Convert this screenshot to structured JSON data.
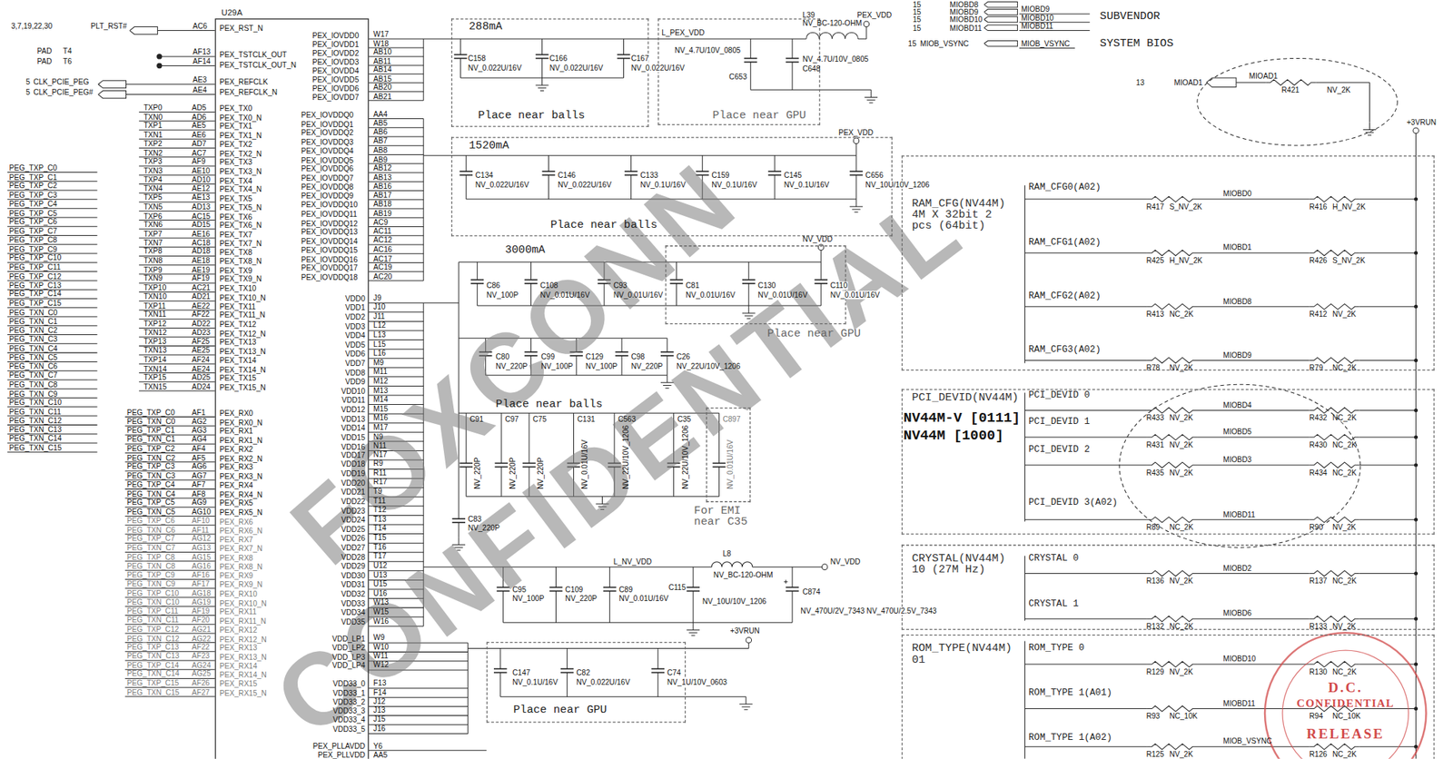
{
  "diagram": {
    "nodes": [
      {
        "text": [
          "U29A"
        ]
      },
      {
        "text": [
          "288mA",
          "Place near balls"
        ]
      },
      {
        "text": [
          "Place near GPU"
        ]
      },
      {
        "text": [
          "1520mA",
          "Place near balls"
        ]
      },
      {
        "text": [
          "3000mA",
          "Place near balls"
        ]
      },
      {
        "text": [
          "Place near GPU"
        ]
      },
      {
        "text": [
          "For EMI near C35"
        ]
      },
      {
        "text": [
          "Place near GPU"
        ]
      },
      {
        "text": [
          "RAM_CFG(NV44M) 4M X 32bit 2 pcs (64bit)"
        ]
      },
      {
        "text": [
          "PCI_DEVID(NV44M)",
          "NV44M-V [0111] NV44M [1000]"
        ]
      },
      {
        "text": [
          "CRYSTAL(NV44M) 10 (27M Hz)"
        ]
      },
      {
        "text": [
          "ROM_TYPE(NV44M) 01"
        ]
      },
      {
        "text": [
          "D.C.",
          "CONFIDENTIAL",
          "RELEASE"
        ]
      }
    ],
    "labels": [
      "3,7,19,22,30",
      "PLT_RST#",
      "PAD",
      "T4",
      "PAD",
      "T6",
      "5",
      "CLK_PCIE_PEG",
      "5",
      "CLK_PCIE_PEG#",
      "AC6",
      "AF13",
      "AF14",
      "AE3",
      "AE4",
      "PEX_RST_N",
      "PEX_TSTCLK_OUT",
      "PEX_TSTCLK_OUT_N",
      "PEX_REFCLK",
      "PEX_REFCLK_N",
      "TXP0",
      "TXN0",
      "TXP1",
      "TXN1",
      "TXP2",
      "TXN2",
      "TXP3",
      "TXN3",
      "TXP4",
      "TXN4",
      "TXP5",
      "TXN5",
      "TXP6",
      "TXN6",
      "TXP7",
      "TXN7",
      "TXP8",
      "TXN8",
      "TXP9",
      "TXN9",
      "TXP10",
      "TXN10",
      "TXP11",
      "TXN11",
      "TXP12",
      "TXN12",
      "TXP13",
      "TXN13",
      "TXP14",
      "TXN14",
      "TXP15",
      "TXN15",
      "AD5",
      "AD6",
      "AE5",
      "AE6",
      "AD7",
      "AC7",
      "AF9",
      "AE10",
      "AD10",
      "AE12",
      "AE13",
      "AD13",
      "AC15",
      "AD15",
      "AE16",
      "AC18",
      "AD18",
      "AE18",
      "AE19",
      "AF19",
      "AC21",
      "AD21",
      "AE22",
      "AF22",
      "AD22",
      "AD23",
      "AF25",
      "AE25",
      "AF24",
      "AE24",
      "AD25",
      "AD24",
      "PEX_TX0",
      "PEX_TX0_N",
      "PEX_TX1",
      "PEX_TX1_N",
      "PEX_TX2",
      "PEX_TX2_N",
      "PEX_TX3",
      "PEX_TX3_N",
      "PEX_TX4",
      "PEX_TX4_N",
      "PEX_TX5",
      "PEX_TX5_N",
      "PEX_TX6",
      "PEX_TX6_N",
      "PEX_TX7",
      "PEX_TX7_N",
      "PEX_TX8",
      "PEX_TX8_N",
      "PEX_TX9",
      "PEX_TX9_N",
      "PEX_TX10",
      "PEX_TX10_N",
      "PEX_TX11",
      "PEX_TX11_N",
      "PEX_TX12",
      "PEX_TX12_N",
      "PEX_TX13",
      "PEX_TX13_N",
      "PEX_TX14",
      "PEX_TX14_N",
      "PEX_TX15",
      "PEX_TX15_N",
      "PEG_TXP_C0",
      "PEG_TXP_C1",
      "PEG_TXP_C2",
      "PEG_TXP_C3",
      "PEG_TXP_C4",
      "PEG_TXP_C5",
      "PEG_TXP_C6",
      "PEG_TXP_C7",
      "PEG_TXP_C8",
      "PEG_TXP_C9",
      "PEG_TXP_C10",
      "PEG_TXP_C11",
      "PEG_TXP_C12",
      "PEG_TXP_C13",
      "PEG_TXP_C14",
      "PEG_TXP_C15",
      "PEG_TXN_C0",
      "PEG_TXN_C1",
      "PEG_TXN_C2",
      "PEG_TXN_C3",
      "PEG_TXN_C4",
      "PEG_TXN_C5",
      "PEG_TXN_C6",
      "PEG_TXN_C7",
      "PEG_TXN_C8",
      "PEG_TXN_C9",
      "PEG_TXN_C10",
      "PEG_TXN_C11",
      "PEG_TXN_C12",
      "PEG_TXN_C13",
      "PEG_TXN_C14",
      "PEG_TXN_C15",
      "PEG_TXP_C0",
      "PEG_TXN_C0",
      "PEG_TXP_C1",
      "PEG_TXN_C1",
      "PEG_TXP_C2",
      "PEG_TXN_C2",
      "PEG_TXP_C3",
      "PEG_TXN_C3",
      "PEG_TXP_C4",
      "PEG_TXN_C4",
      "PEG_TXP_C5",
      "PEG_TXN_C5",
      "PEG_TXP_C6",
      "PEG_TXN_C6",
      "PEG_TXP_C7",
      "PEG_TXN_C7",
      "PEG_TXP_C8",
      "PEG_TXN_C8",
      "PEG_TXP_C9",
      "PEG_TXN_C9",
      "PEG_TXP_C10",
      "PEG_TXN_C10",
      "PEG_TXP_C11",
      "PEG_TXN_C11",
      "PEG_TXP_C12",
      "PEG_TXN_C12",
      "PEG_TXP_C13",
      "PEG_TXN_C13",
      "PEG_TXP_C14",
      "PEG_TXN_C14",
      "PEG_TXP_C15",
      "PEG_TXN_C15",
      "AF1",
      "AG2",
      "AG3",
      "AG4",
      "AF4",
      "AF5",
      "AG6",
      "AG7",
      "AF7",
      "AF8",
      "AG9",
      "AG10",
      "AF10",
      "AF11",
      "AG12",
      "AG13",
      "AG15",
      "AG16",
      "AF16",
      "AF17",
      "AG18",
      "AG19",
      "AF19",
      "AF20",
      "AG21",
      "AG22",
      "AF22",
      "AF23",
      "AG24",
      "AG25",
      "AF26",
      "AF27",
      "PEX_RX0",
      "PEX_RX0_N",
      "PEX_RX1",
      "PEX_RX1_N",
      "PEX_RX2",
      "PEX_RX2_N",
      "PEX_RX3",
      "PEX_RX3_N",
      "PEX_RX4",
      "PEX_RX4_N",
      "PEX_RX5",
      "PEX_RX5_N",
      "PEX_RX6",
      "PEX_RX6_N",
      "PEX_RX7",
      "PEX_RX7_N",
      "PEX_RX8",
      "PEX_RX8_N",
      "PEX_RX9",
      "PEX_RX9_N",
      "PEX_RX10",
      "PEX_RX10_N",
      "PEX_RX11",
      "PEX_RX11_N",
      "PEX_RX12",
      "PEX_RX12_N",
      "PEX_RX13",
      "PEX_RX13_N",
      "PEX_RX14",
      "PEX_RX14_N",
      "PEX_RX15",
      "PEX_RX15_N",
      "PEX_IOVDD0",
      "PEX_IOVDD1",
      "PEX_IOVDD2",
      "PEX_IOVDD3",
      "PEX_IOVDD4",
      "PEX_IOVDD5",
      "PEX_IOVDD6",
      "PEX_IOVDD7",
      "W17",
      "W18",
      "AB10",
      "AB11",
      "AB14",
      "AB15",
      "AB20",
      "AB21",
      "PEX_IOVDDQ0",
      "PEX_IOVDDQ1",
      "PEX_IOVDDQ2",
      "PEX_IOVDDQ3",
      "PEX_IOVDDQ4",
      "PEX_IOVDDQ5",
      "PEX_IOVDDQ6",
      "PEX_IOVDDQ7",
      "PEX_IOVDDQ8",
      "PEX_IOVDDQ9",
      "PEX_IOVDDQ10",
      "PEX_IOVDDQ11",
      "PEX_IOVDDQ12",
      "PEX_IOVDDQ13",
      "PEX_IOVDDQ14",
      "PEX_IOVDDQ15",
      "PEX_IOVDDQ16",
      "PEX_IOVDDQ17",
      "PEX_IOVDDQ18",
      "AA4",
      "AB5",
      "AB6",
      "AB7",
      "AB8",
      "AB9",
      "AB12",
      "AB13",
      "AB16",
      "AB17",
      "AB18",
      "AB19",
      "AC9",
      "AC11",
      "AC12",
      "AC16",
      "AC17",
      "AC19",
      "AC20",
      "VDD0",
      "VDD1",
      "VDD2",
      "VDD3",
      "VDD4",
      "VDD5",
      "VDD6",
      "VDD7",
      "VDD8",
      "VDD9",
      "VDD10",
      "VDD11",
      "VDD12",
      "VDD13",
      "VDD14",
      "VDD15",
      "VDD16",
      "VDD17",
      "VDD18",
      "VDD19",
      "VDD20",
      "VDD21",
      "VDD22",
      "VDD23",
      "VDD24",
      "VDD25",
      "VDD26",
      "VDD27",
      "VDD28",
      "VDD29",
      "VDD30",
      "VDD31",
      "VDD32",
      "VDD33",
      "VDD34",
      "VDD35",
      "J9",
      "J10",
      "J11",
      "L12",
      "L13",
      "L15",
      "L16",
      "M9",
      "M11",
      "M12",
      "M13",
      "M14",
      "M15",
      "M16",
      "M17",
      "N9",
      "N11",
      "N17",
      "R9",
      "R11",
      "R17",
      "T9",
      "T11",
      "T12",
      "T13",
      "T14",
      "T15",
      "T16",
      "T17",
      "U12",
      "U13",
      "U15",
      "U16",
      "W13",
      "W15",
      "W16",
      "VDD_LP1",
      "VDD_LP2",
      "VDD_LP3",
      "VDD_LP4",
      "W9",
      "W10",
      "W11",
      "W12",
      "VDD33_0",
      "VDD33_1",
      "VDD33_2",
      "VDD33_3",
      "VDD33_4",
      "VDD33_5",
      "F13",
      "F14",
      "J12",
      "J13",
      "J15",
      "J16",
      "PEX_PLLAVDD",
      "Y6",
      "PEX_PLLVDD",
      "AA5",
      "C158",
      "NV_0.022U/16V",
      "C166",
      "NV_0.022U/16V",
      "C167",
      "NV_0.022U/16V",
      "L_PEX_VDD",
      "NV_4.7U/10V_0805",
      "C653",
      "NV_4.7U/10V_0805",
      "C648",
      "L39",
      "NV_BC-120-OHM",
      "PEX_VDD",
      "C134",
      "NV_0.022U/16V",
      "C146",
      "NV_0.022U/16V",
      "C133",
      "NV_0.1U/16V",
      "C159",
      "NV_0.1U/16V",
      "C145",
      "NV_0.1U/16V",
      "C656",
      "NV_10U/10V_1206",
      "PEX_VDD",
      "NV_VDD",
      "C86",
      "NV_100P",
      "C108",
      "NV_0.01U/16V",
      "C93",
      "NV_0.01U/16V",
      "C81",
      "NV_0.01U/16V",
      "C130",
      "NV_0.01U/16V",
      "C110",
      "NV_0.01U/16V",
      "C80",
      "NV_220P",
      "C99",
      "NV_100P",
      "C129",
      "NV_100P",
      "C98",
      "NV_220P",
      "C26",
      "NV_22U/10V_1206",
      "C91",
      "C97",
      "C75",
      "C131",
      "C563",
      "C35",
      "C897",
      "NV_220P",
      "NV_220P",
      "NV_220P",
      "NV_0.01U/16V",
      "NV_22U/10V_1206",
      "NV_22U/10V_1206",
      "NV_0.01U/16V",
      "C83",
      "NV_220P",
      "L_NV_VDD",
      "L8",
      "NV_BC-120-OHM",
      "NV_VDD",
      "C115",
      "NV_10U/10V_1206",
      "C874",
      "NV_470U/2V_7343 NV_470U/2.5V_7343",
      "+3VRUN",
      "C95",
      "NV_100P",
      "C109",
      "NV_220P",
      "C89",
      "NV_0.01U/16V",
      "C147",
      "NV_0.1U/16V",
      "C82",
      "NV_0.022U/16V",
      "C74",
      "NV_1U/10V_0603",
      "15",
      "MIOBD8",
      "15",
      "MIOBD9",
      "MIOBD9",
      "15",
      "MIOBD10",
      "MIOBD10",
      "15",
      "MIOBD11",
      "MIOBD11",
      "SUBVENDOR",
      "15",
      "MIOB_VSYNC",
      "MIOB_VSYNC",
      "SYSTEM BIOS",
      "13",
      "MIOAD1",
      "MIOAD1",
      "R421",
      "NV_2K",
      "+3VRUN",
      "RAM_CFG0(A02)",
      "RAM_CFG1(A02)",
      "RAM_CFG2(A02)",
      "RAM_CFG3(A02)",
      "PCI_DEVID 0",
      "PCI_DEVID 1",
      "PCI_DEVID 2",
      "PCI_DEVID 3(A02)",
      "CRYSTAL 0",
      "CRYSTAL 1",
      "ROM_TYPE 0",
      "ROM_TYPE 1(A01)",
      "ROM_TYPE 1(A02)",
      "R417",
      "S_NV_2K",
      "MIOBD0",
      "R416",
      "H_NV_2K",
      "R425",
      "H_NV_2K",
      "MIOBD1",
      "R426",
      "S_NV_2K",
      "R413",
      "NC_2K",
      "MIOBD8",
      "R412",
      "NV_2K",
      "R78",
      "NV_2K",
      "MIOBD9",
      "R79",
      "NC_2K",
      "R433",
      "NV_2K",
      "MIOBD4",
      "R432",
      "NC_2K",
      "R431",
      "NV_2K",
      "MIOBD5",
      "R430",
      "NC_2K",
      "R435",
      "NV_2K",
      "MIOBD3",
      "R434",
      "NC_2K",
      "R89",
      "NC_2K",
      "MIOBD11",
      "R90",
      "NV_2K",
      "R136",
      "NV_2K",
      "MIOBD2",
      "R137",
      "NC_2K",
      "R132",
      "NC_2K",
      "MIOBD6",
      "R133",
      "NV_2K",
      "R129",
      "NV_2K",
      "MIOBD10",
      "R130",
      "NC_2K",
      "R93",
      "NC_10K",
      "MIOBD11",
      "R94",
      "NC_10K",
      "R125",
      "NV_2K",
      "MIOB_VSYNC",
      "R126",
      "NC_2K",
      "FOXCONN",
      "CONFIDENTIAL"
    ]
  }
}
